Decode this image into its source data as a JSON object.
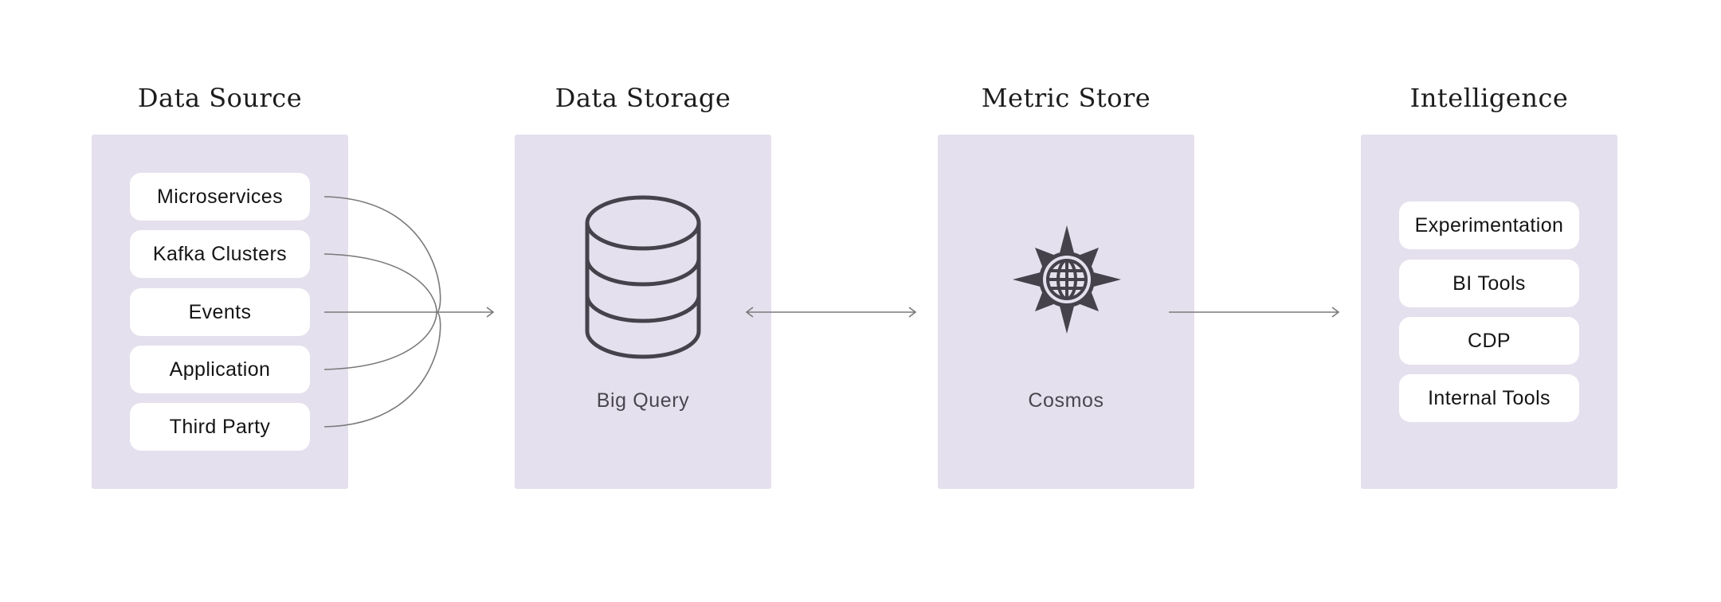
{
  "columns": {
    "source": {
      "title": "Data Source",
      "items": [
        "Microservices",
        "Kafka Clusters",
        "Events",
        "Application",
        "Third Party"
      ]
    },
    "storage": {
      "title": "Data Storage",
      "label": "Big Query",
      "icon": "database-icon"
    },
    "metric": {
      "title": "Metric Store",
      "label": "Cosmos",
      "icon": "compass-globe-icon"
    },
    "intelligence": {
      "title": "Intelligence",
      "items": [
        "Experimentation",
        "BI Tools",
        "CDP",
        "Internal Tools"
      ]
    }
  },
  "colors": {
    "panel": "#e5e0ed",
    "pill": "#ffffff",
    "icon": "#46424c",
    "connector": "#7a7a7a"
  }
}
